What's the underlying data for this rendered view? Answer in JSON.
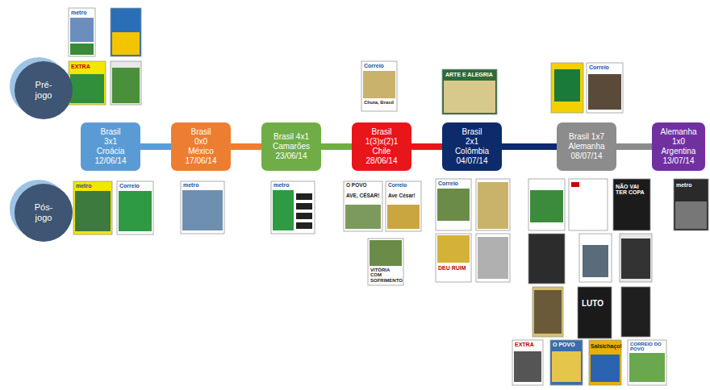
{
  "diagram": {
    "nodes": [
      {
        "text": [
          "Pré-jogo"
        ]
      },
      {
        "text": [
          "Pós-jogo"
        ]
      },
      {
        "text": [
          "Brasil 3x1 Croácia 12/06/14"
        ]
      },
      {
        "text": [
          "Brasil 0x0 México 17/06/14"
        ]
      },
      {
        "text": [
          "Brasil 4x1 Camarões 23/06/14"
        ]
      },
      {
        "text": [
          "Brasil 1(3)x(2)1 Chile 28/06/14"
        ]
      },
      {
        "text": [
          "Brasil 2x1 Colômbia 04/07/14"
        ]
      },
      {
        "text": [
          "Brasil 1x7 Alemanha 08/07/14"
        ]
      },
      {
        "text": [
          "Alemanha 1x0 Argentina 13/07/14"
        ]
      }
    ],
    "edges": [
      {
        "from": 2,
        "to": 3,
        "arrow": "none"
      },
      {
        "from": 3,
        "to": 4,
        "arrow": "none"
      },
      {
        "from": 4,
        "to": 5,
        "arrow": "none"
      },
      {
        "from": 5,
        "to": 6,
        "arrow": "none"
      },
      {
        "from": 6,
        "to": 7,
        "arrow": "none"
      },
      {
        "from": 7,
        "to": 8,
        "arrow": "none"
      }
    ],
    "labels": [
      "metro",
      "EXTRA",
      "Correio",
      "Chuta, Brasil",
      "ARTE E ALEGRIA",
      "Correio",
      "metro",
      "Correio",
      "metro",
      "metro",
      "O POVO",
      "AVE, CÉSAR!",
      "Correio",
      "Ave César!",
      "VITÓRIA COM SOFRIMENTO",
      "Correio",
      "DEU RUIM",
      "NÃO VAI TER COPA",
      "metro",
      "LUTO",
      "EXTRA",
      "O POVO",
      "Salsichaço!",
      "CORREIO DO POVO"
    ]
  }
}
